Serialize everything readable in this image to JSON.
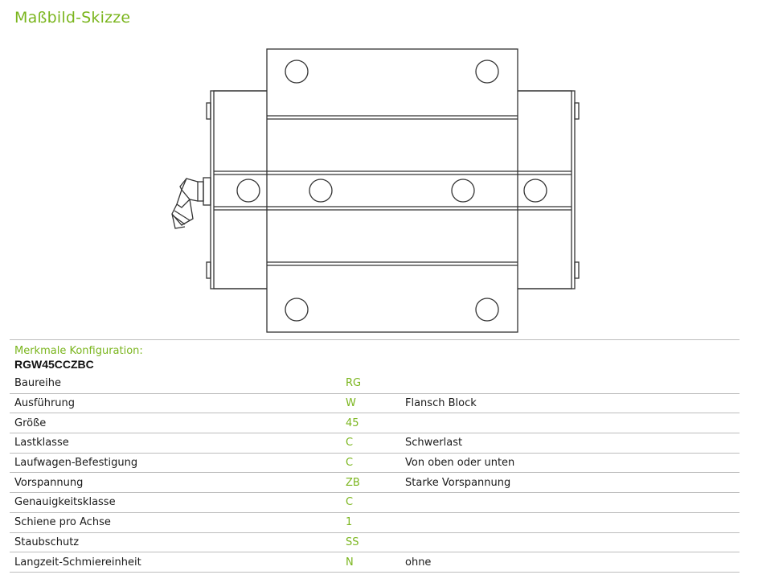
{
  "drawing": {
    "title": "Maßbild-Skizze"
  },
  "configuration": {
    "label": "Merkmale Konfiguration:",
    "code": "RGW45CCZBC",
    "rows": [
      {
        "name": "Baureihe",
        "value": "RG",
        "description": ""
      },
      {
        "name": "Ausführung",
        "value": "W",
        "description": "Flansch Block"
      },
      {
        "name": "Größe",
        "value": "45",
        "description": ""
      },
      {
        "name": "Lastklasse",
        "value": "C",
        "description": "Schwerlast"
      },
      {
        "name": "Laufwagen-Befestigung",
        "value": "C",
        "description": "Von oben oder unten"
      },
      {
        "name": "Vorspannung",
        "value": "ZB",
        "description": "Starke Vorspannung"
      },
      {
        "name": "Genauigkeitsklasse",
        "value": "C",
        "description": ""
      },
      {
        "name": "Schiene pro Achse",
        "value": "1",
        "description": ""
      },
      {
        "name": "Staubschutz",
        "value": "SS",
        "description": ""
      },
      {
        "name": "Langzeit-Schmiereinheit",
        "value": "N",
        "description": "ohne"
      }
    ]
  },
  "colors": {
    "accent": "#7ab51d",
    "line": "#333333",
    "divider": "#bdbdbd"
  }
}
